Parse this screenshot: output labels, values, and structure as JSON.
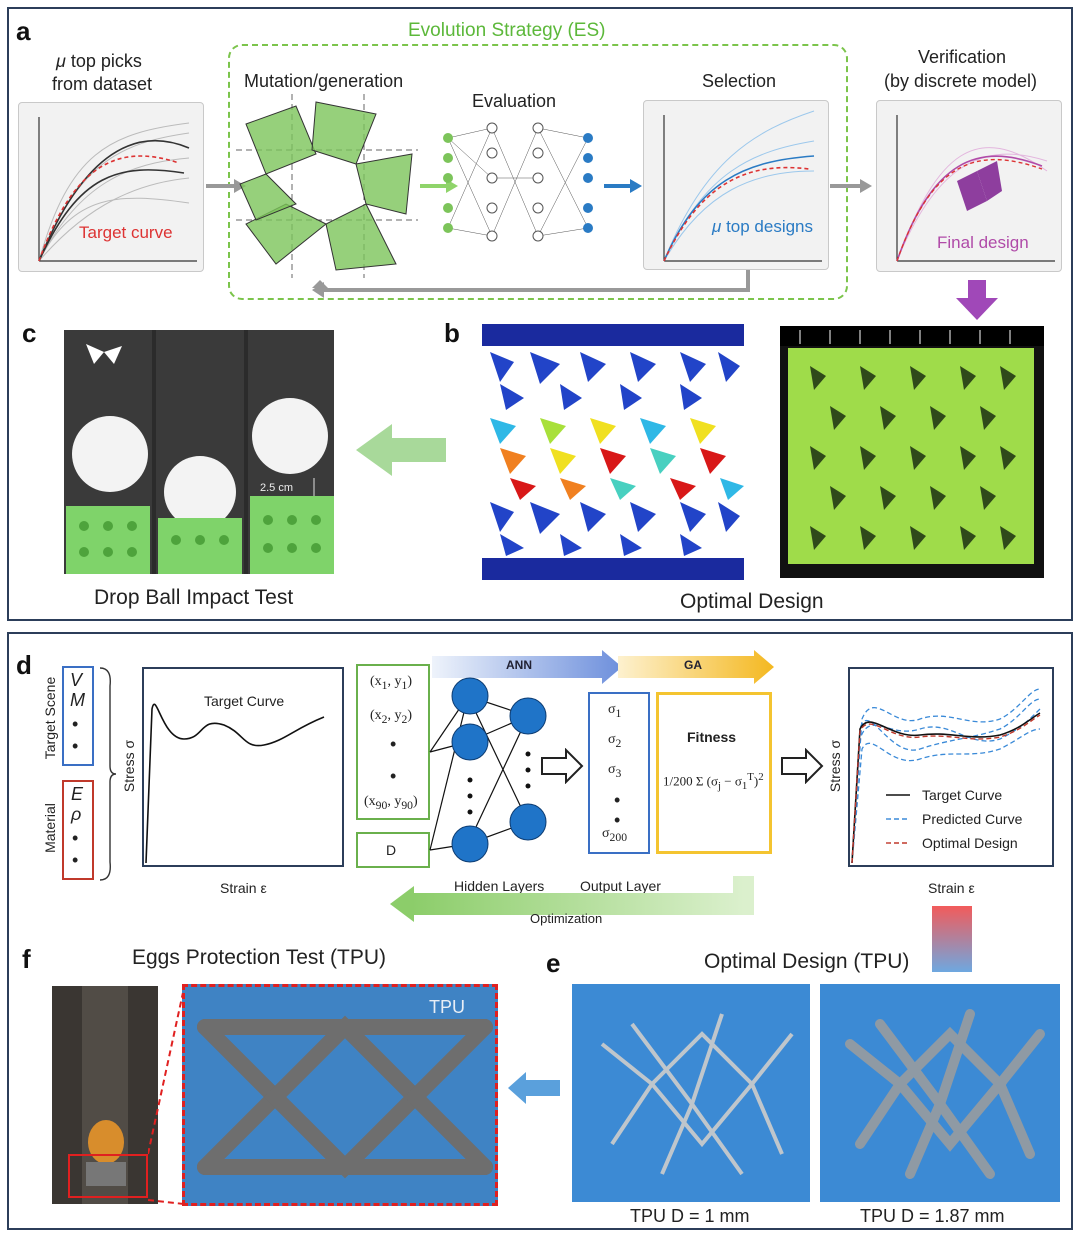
{
  "panel_a": {
    "letter": "a",
    "es_label": "Evolution Strategy (ES)",
    "top_picks": "μ top picks\nfrom dataset",
    "top_picks_line1": "top picks",
    "top_picks_line2": "from dataset",
    "mu": "μ",
    "target_curve": "Target curve",
    "mutation": "Mutation/generation",
    "evaluation": "Evaluation",
    "selection": "Selection",
    "top_designs": "top designs",
    "verification_line1": "Verification",
    "verification_line2": "(by discrete model)",
    "final_design": "Final design"
  },
  "panel_b": {
    "letter": "b",
    "caption": "Optimal Design"
  },
  "panel_c": {
    "letter": "c",
    "caption": "Drop Ball Impact Test",
    "measure": "2.5 cm"
  },
  "panel_d": {
    "letter": "d",
    "target_scene": "Target Scene",
    "material": "Material",
    "scene_items": [
      "V",
      "M",
      "•",
      "•"
    ],
    "material_items": [
      "E",
      "ρ",
      "•",
      "•"
    ],
    "target_curve": "Target Curve",
    "stress_axis": "Stress σ",
    "strain_axis": "Strain ε",
    "inputs": [
      "(x",
      "(x",
      "(x"
    ],
    "d_box": "D",
    "ann": "ANN",
    "ga": "GA",
    "hidden_layers": "Hidden Layers",
    "output_layer": "Output Layer",
    "fitness": "Fitness",
    "optimization": "Optimization",
    "legend": [
      "Target Curve",
      "Predicted Curve",
      "Optimal Design"
    ],
    "colors": {
      "ann": "#8fa8e8",
      "ga": "#f4c430",
      "green": "#6ab04c",
      "blue": "#3a6fc4",
      "red": "#c0392b"
    }
  },
  "panel_e": {
    "letter": "e",
    "caption": "Optimal Design (TPU)",
    "label_1": "TPU D = 1 mm",
    "label_2": "TPU D = 1.87 mm"
  },
  "panel_f": {
    "letter": "f",
    "caption": "Eggs Protection Test (TPU)",
    "tpu_tag": "TPU"
  }
}
